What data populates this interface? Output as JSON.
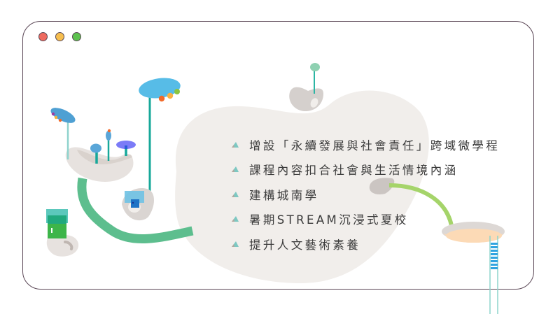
{
  "window": {
    "controls": [
      {
        "name": "close",
        "color": "#EE6A5F"
      },
      {
        "name": "minimize",
        "color": "#F6BE4F"
      },
      {
        "name": "maximize",
        "color": "#5DC14F"
      }
    ],
    "frame_color": "#5A4655"
  },
  "content": {
    "bullet_icon": "triangle-bullet-icon",
    "bullet_color": "#7DC8C2",
    "items": [
      {
        "label": "增設「永續發展與社會責任」跨域微學程"
      },
      {
        "label": "課程內容扣合社會與生活情境內涵"
      },
      {
        "label": "建構城南學"
      },
      {
        "label": "暑期STREAM沉浸式夏校"
      },
      {
        "label": "提升人文藝術素養"
      }
    ]
  },
  "illustration": {
    "blob_color": "#F1EEEB",
    "stone_color": "#DCD7D4",
    "path_green": "#5DBE8E",
    "path_lime": "#A5D46A"
  }
}
